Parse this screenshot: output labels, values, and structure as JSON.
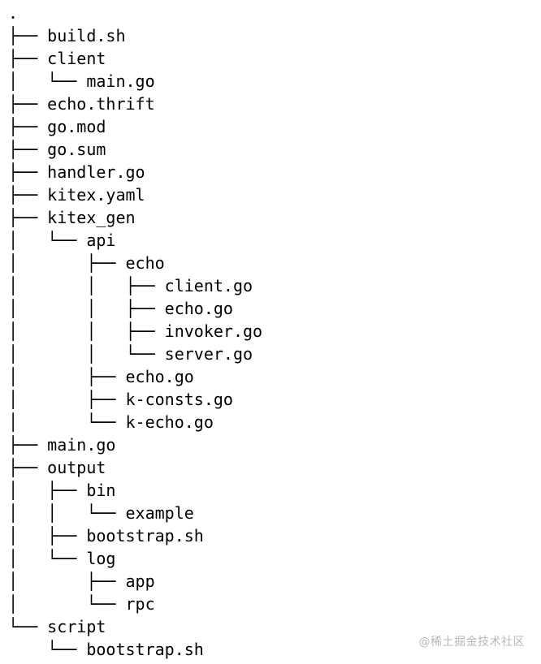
{
  "tree": {
    "lines": [
      {
        "prefix": ".",
        "name": ""
      },
      {
        "prefix": "├── ",
        "name": "build.sh"
      },
      {
        "prefix": "├── ",
        "name": "client"
      },
      {
        "prefix": "│   └── ",
        "name": "main.go"
      },
      {
        "prefix": "├── ",
        "name": "echo.thrift"
      },
      {
        "prefix": "├── ",
        "name": "go.mod"
      },
      {
        "prefix": "├── ",
        "name": "go.sum"
      },
      {
        "prefix": "├── ",
        "name": "handler.go"
      },
      {
        "prefix": "├── ",
        "name": "kitex.yaml"
      },
      {
        "prefix": "├── ",
        "name": "kitex_gen"
      },
      {
        "prefix": "│   └── ",
        "name": "api"
      },
      {
        "prefix": "│       ├── ",
        "name": "echo"
      },
      {
        "prefix": "│       │   ├── ",
        "name": "client.go"
      },
      {
        "prefix": "│       │   ├── ",
        "name": "echo.go"
      },
      {
        "prefix": "│       │   ├── ",
        "name": "invoker.go"
      },
      {
        "prefix": "│       │   └── ",
        "name": "server.go"
      },
      {
        "prefix": "│       ├── ",
        "name": "echo.go"
      },
      {
        "prefix": "│       ├── ",
        "name": "k-consts.go"
      },
      {
        "prefix": "│       └── ",
        "name": "k-echo.go"
      },
      {
        "prefix": "├── ",
        "name": "main.go"
      },
      {
        "prefix": "├── ",
        "name": "output"
      },
      {
        "prefix": "│   ├── ",
        "name": "bin"
      },
      {
        "prefix": "│   │   └── ",
        "name": "example"
      },
      {
        "prefix": "│   ├── ",
        "name": "bootstrap.sh"
      },
      {
        "prefix": "│   └── ",
        "name": "log"
      },
      {
        "prefix": "│       ├── ",
        "name": "app"
      },
      {
        "prefix": "│       └── ",
        "name": "rpc"
      },
      {
        "prefix": "└── ",
        "name": "script"
      },
      {
        "prefix": "    └── ",
        "name": "bootstrap.sh"
      }
    ]
  },
  "watermark": {
    "text": "@稀土掘金技术社区"
  }
}
